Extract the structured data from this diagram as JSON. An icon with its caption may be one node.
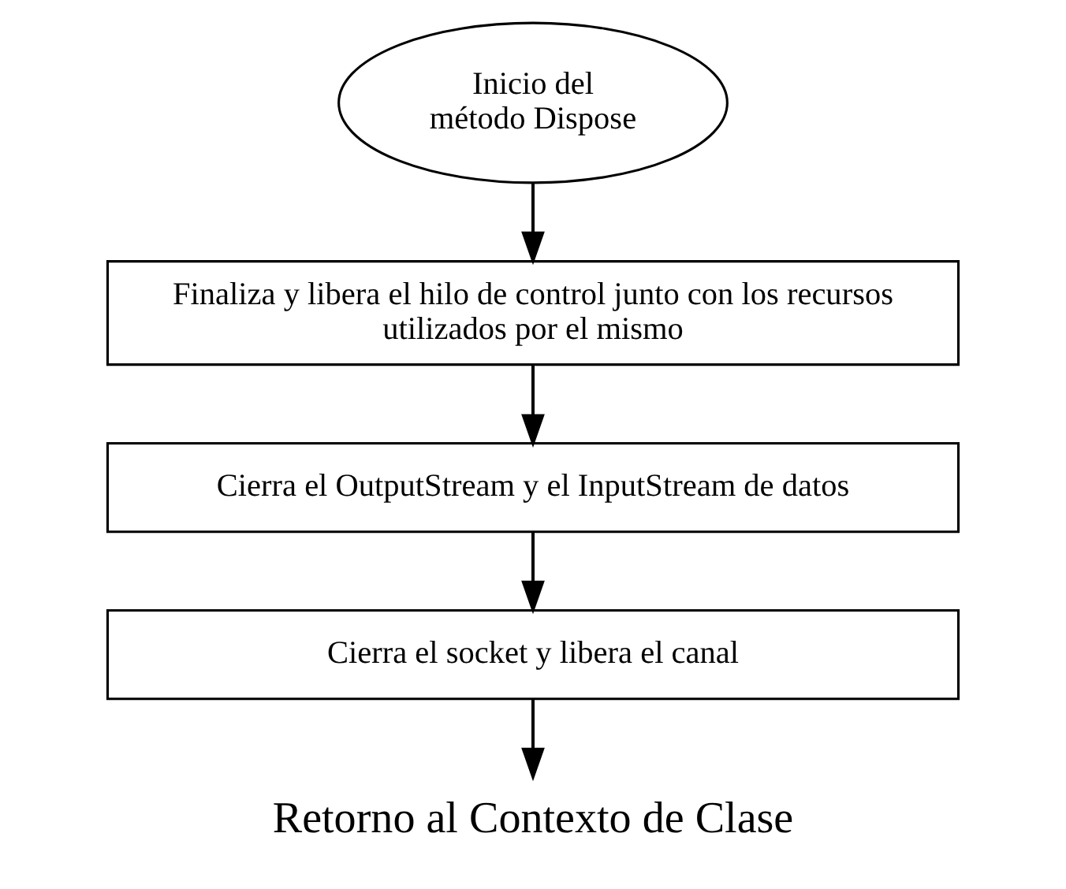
{
  "diagram": {
    "nodes": [
      {
        "text": [
          "Inicio del método Dispose"
        ]
      },
      {
        "text": [
          "Finaliza y libera el hilo de control junto con los recursos utilizados por el mismo"
        ]
      },
      {
        "text": [
          "Cierra el OutputStream y el InputStream de datos"
        ]
      },
      {
        "text": [
          "Cierra el socket y libera el canal"
        ]
      },
      {
        "text": [
          "Retorno al Contexto de Clase"
        ]
      }
    ],
    "edges": [
      {
        "from": 0,
        "to": 1,
        "arrow": "to"
      },
      {
        "from": 1,
        "to": 2,
        "arrow": "to"
      },
      {
        "from": 2,
        "to": 3,
        "arrow": "to"
      },
      {
        "from": 3,
        "to": 4,
        "arrow": "to"
      }
    ]
  }
}
